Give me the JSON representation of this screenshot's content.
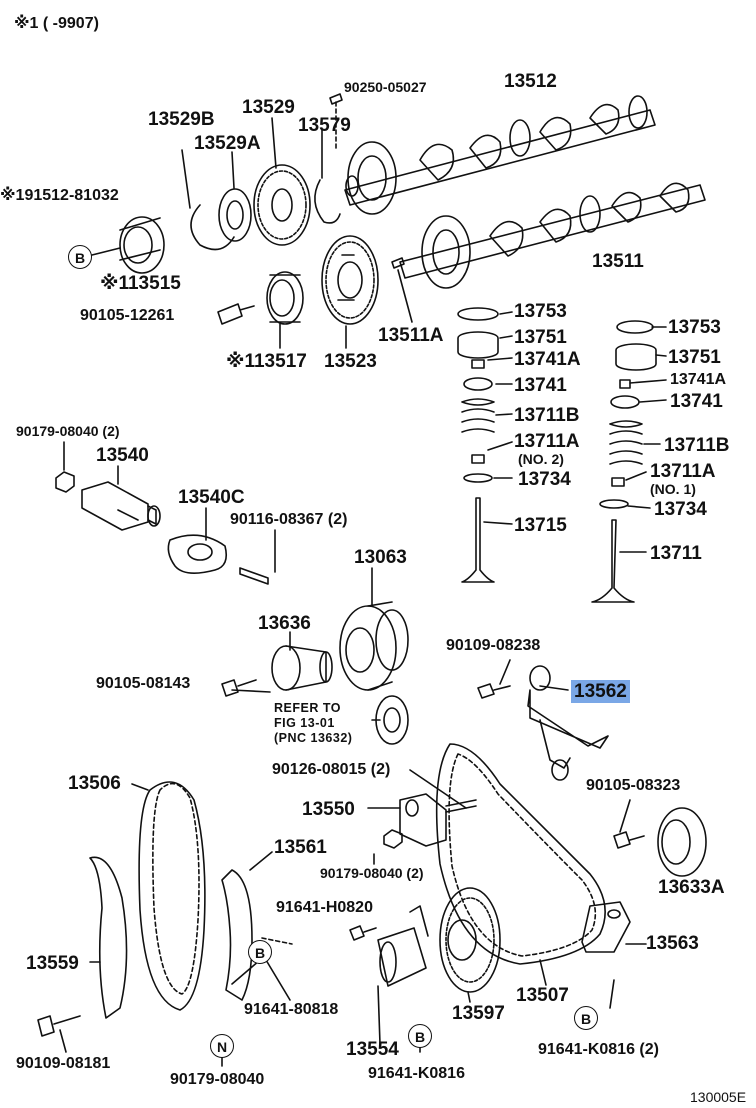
{
  "header_note": "※1 (     -9907)",
  "diagram_id": "130005E",
  "refer_note": {
    "line1": "REFER TO",
    "line2": "FIG 13-01",
    "line3": "(PNC 13632)"
  },
  "circle_markers": {
    "b1": "B",
    "b2": "B",
    "b3": "B",
    "b4": "B",
    "n1": "N"
  },
  "highlight_color": "#7aa7e6",
  "parts": {
    "p90250_05027": "90250-05027",
    "p13512": "13512",
    "p13529B": "13529B",
    "p13529": "13529",
    "p13579": "13579",
    "p13529A": "13529A",
    "p191512": "※191512-81032",
    "p113515": "※113515",
    "p90105_12261": "90105-12261",
    "p113517": "※113517",
    "p13523": "13523",
    "p13511A": "13511A",
    "p13511": "13511",
    "p13753_l": "13753",
    "p13751_l": "13751",
    "p13741A_l": "13741A",
    "p13741_l": "13741",
    "p13711B_l": "13711B",
    "p13711A_l": "13711A",
    "p_no2": "(NO. 2)",
    "p13734_l": "13734",
    "p13715": "13715",
    "p13753_r": "13753",
    "p13751_r": "13751",
    "p13741A_r": "13741A",
    "p13741_r": "13741",
    "p13711B_r": "13711B",
    "p13711A_r": "13711A",
    "p_no1": "(NO. 1)",
    "p13734_r": "13734",
    "p13711": "13711",
    "p90179_08040_2a": "90179-08040 (2)",
    "p13540": "13540",
    "p13540C": "13540C",
    "p90116_08367": "90116-08367 (2)",
    "p13063": "13063",
    "p13636": "13636",
    "p90105_08143": "90105-08143",
    "p90109_08238": "90109-08238",
    "p13562": "13562",
    "p13506": "13506",
    "p90126_08015": "90126-08015 (2)",
    "p13550": "13550",
    "p13561": "13561",
    "p90179_08040_2b": "90179-08040 (2)",
    "p90105_08323": "90105-08323",
    "p13633A": "13633A",
    "p91641_H0820": "91641-H0820",
    "p13559": "13559",
    "p13563": "13563",
    "p13507": "13507",
    "p91641_80818": "91641-80818",
    "p13597": "13597",
    "p13554": "13554",
    "p90109_08181": "90109-08181",
    "p91641_K0816_2": "91641-K0816 (2)",
    "p90179_08040": "90179-08040",
    "p91641_K0816": "91641-K0816"
  }
}
